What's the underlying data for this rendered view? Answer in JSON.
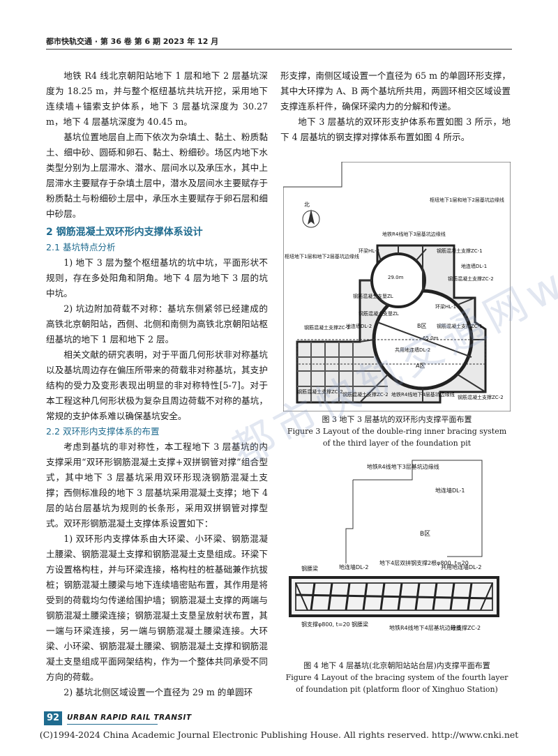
{
  "header": {
    "journal_issue": "都市快轨交通 · 第 36 卷  第 6 期  2023 年 12 月"
  },
  "left_column": {
    "p1": "地铁 R4 线北京朝阳站地下 1 层和地下 2 层基坑深度为 18.25 m，并与整个枢纽基坑共坑开挖，采用地下连续墙+锚索支护体系，地下 3 层基坑深度为 30.27 m，地下 4 层基坑深度为 40.45 m。",
    "p2": "基坑位置地层自上而下依次为杂填土、黏土、粉质黏土、细中砂、圆砾和卵石、黏土、粉细砂。场区内地下水类型分别为上层滞水、潜水、层间水以及承压水，其中上层滞水主要赋存于杂填土层中，潜水及层间水主要赋存于粉质黏土与粉细砂土层中，承压水主要赋存于卵石层和细中砂层。",
    "section2_title": "2   钢筋混凝土双环形内支撑体系设计",
    "sec2_1_title": "2.1    基坑特点分析",
    "p3": "1) 地下 3 层为整个枢纽基坑的坑中坑，平面形状不规则，存在多处阳角和阴角。地下 4 层为地下 3 层的坑中坑。",
    "p4": "2) 坑边附加荷载不对称：基坑东侧紧邻已经建成的高铁北京朝阳站，西侧、北侧和南侧为高铁北京朝阳站枢纽基坑的地下 1 层和地下 2 层。",
    "p5": "相关文献的研究表明，对于平面几何形状非对称基坑以及基坑周边存在偏压所带来的荷载非对称基坑，其支护结构的受力及变形表现出明显的非对称特性[5-7]。对于本工程这种几何形状极为复杂且周边荷载不对称的基坑，常规的支护体系难以确保基坑安全。",
    "sec2_2_title": "2.2    双环形内支撑体系的布置",
    "p6": "考虑到基坑的非对称性，本工程地下 3 层基坑的内支撑采用“双环形钢筋混凝土支撑+双拼钢管对撑”组合型式，其中地下 3 层基坑采用双环形现浇钢筋混凝土支撑；西侧标准段的地下 3 层基坑采用混凝土支撑；地下 4 层的站台层基坑为规则的长条形，采用双拼钢管对撑型式。双环形钢筋混凝土支撑体系设置如下：",
    "p7": "1) 双环形内支撑体系由大环梁、小环梁、钢筋混凝土腰梁、钢筋混凝土支撑和钢筋混凝土支垦组成。环梁下方设置格构柱，并与环梁连接，格构柱的桩基础兼作抗拔桩；钢筋混凝土腰梁与地下连续墙密贴布置，其作用是将受到的荷载均匀传递给围护墙；钢筋混凝土支撑的两端与钢筋混凝土腰梁连接；钢筋混凝土支垦呈放射状布置，其一端与环梁连接，另一端与钢筋混凝土腰梁连接。大环梁、小环梁、钢筋混凝土腰梁、钢筋混凝土支撑和钢筋混凝土支垦组成平面网架结构，作为一个整体共同承受不同方向的荷载。",
    "p8": "2) 基坑北侧区域设置一个直径为 29 m 的单圆环"
  },
  "right_column": {
    "p1": "形支撑，南侧区域设置一个直径为 65 m 的单圆环形支撑，其中大环撑为 A、B 两个基坑所共用，两圆环相交区域设置支撑连系杆件，确保环梁内力的分解和传递。",
    "p2": "地下 3 层基坑的双环形支护体系布置如图 3 所示，地下 4 层基坑的钢支撑对撑体系布置如图 4 所示。"
  },
  "figure3": {
    "labels": {
      "north": "北",
      "hub_b1b2": "枢纽地下1层和地下2层基坑边缘线",
      "r4_b3": "地铁R4线地下3层基坑边缘线",
      "hub_b1b2_left": "枢纽地下1层和地下2层基坑边缘线",
      "ring_hl2": "环梁HL-2",
      "ring_hl2_dim": "29.0m",
      "zc1": "钢筋混凝土支撑ZC-1",
      "dl1": "地连墙DL-1",
      "zc2_top": "钢筋混凝土支撑ZC-2",
      "zl": "钢筋混凝土支垦ZL",
      "ring_hl1": "环梁HL-1",
      "zl2": "钢筋混凝土支垦ZL",
      "zc2_left": "钢筋混凝土支撑ZC-2",
      "dl2_left": "地连墙DL-2",
      "b_zone": "B区",
      "dim_65": "65.0m",
      "zc1_mid": "钢筋混凝土支撑ZC-1",
      "shared_dl": "共用地连墙DL-2",
      "a_zone": "A区",
      "zc2_bl": "钢筋混凝土支撑ZC-2",
      "zc2_bm": "钢筋混凝土支撑ZC-2",
      "r4_b4": "地铁R4线地下4层基坑边缘线",
      "zc2_br": "钢筋混凝土支撑ZC-2"
    },
    "caption_cn": "图 3    地下 3 层基坑的双环形内支撑平面布置",
    "caption_en_1": "Figure 3    Layout of the double-ring inner bracing system",
    "caption_en_2": "of the third layer of the foundation pit"
  },
  "figure4": {
    "labels": {
      "r4_b3": "地铁R4线地下3层基坑边缘线",
      "dl1": "地连墙DL-1",
      "b_zone": "B区",
      "steel_waler": "钢腰梁",
      "dl2_left": "地连墙DL-2",
      "b4_steel": "地下4层双拼钢支撑2根φ800, t=20",
      "shared_dl": "共用地连墙DL-2",
      "steel_brace": "钢支撑φ800, t=20",
      "steel_waler2": "钢腰梁",
      "r4_b4": "地铁R4线地下4层基坑边缘线",
      "conc_brace": "砼支撑ZC-2"
    },
    "caption_cn": "图 4    地下 4 层基坑(北京朝阳站站台层)内支撑平面布置",
    "caption_en_1": "Figure 4    Layout of the bracing system of the fourth layer",
    "caption_en_2": "of foundation pit (platform floor of Xinghuo Station)"
  },
  "footer": {
    "page_number": "92",
    "journal_en": "URBAN RAPID RAIL TRANSIT",
    "copyright": "(C)1994-2024 China Academic Journal Electronic Publishing House. All rights reserved.    http://www.cnki.net"
  },
  "watermark": "都市快轨交通网wxxx.cn"
}
